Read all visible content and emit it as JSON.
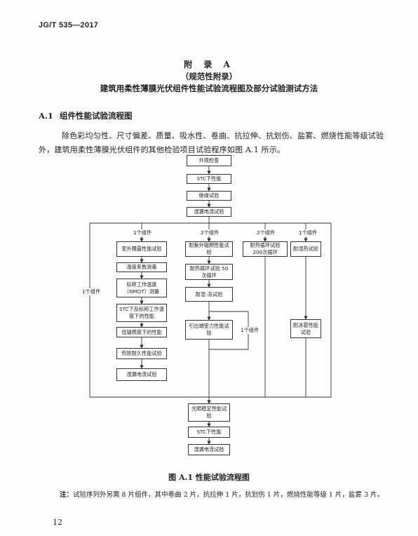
{
  "header": {
    "code": "JG/T 535—2017"
  },
  "appendix": {
    "title": "附 录 A",
    "subtitle": "（规范性附录）",
    "heading": "建筑用柔性薄膜光伏组件性能试验流程图及部分试验测试方法"
  },
  "section": {
    "number": "A.1",
    "title": "组件性能试验流程图"
  },
  "intro": "除色彩均匀性、尺寸偏差、质量、吸水性、卷曲、抗拉伸、抗划伤、盐雾、燃烧性能等级试验外，建筑用柔性薄膜光伏组件的其他检验项目试验程序如图 A.1 所示。",
  "flow": {
    "top": [
      "外观检查",
      "STC下性能",
      "绝缘试验",
      "湿漏电流试验"
    ],
    "branch_labels": {
      "b1": "1个组件",
      "b2": "2个组件",
      "b3": "2个组件",
      "b4": "1个组件",
      "left": "1个组件",
      "mid": "1个组件"
    },
    "col1": [
      "室外曝露性能试验",
      "温度系数测量",
      "标称工作温度（NMOT）测量",
      "STC下及标称工作温度下的性能",
      "低辐照度下的性能",
      "热斑耐久性能试验",
      "湿漏电流试验"
    ],
    "col2": [
      "耐紫外辐照性能试验",
      "耐热循环试验 50次循环",
      "耐湿-冻试验",
      "引出端受力性能试验"
    ],
    "col3": [
      "耐热循环试验 200次循环"
    ],
    "col4": [
      "耐湿热试验",
      "耐冰雹性能试验"
    ],
    "bottom": [
      "光照稳定性能试验",
      "STC下性能",
      "湿漏电流试验"
    ]
  },
  "caption": "图 A.1  性能试验流程图",
  "note": {
    "label": "注：",
    "text": "试验序列外另需 8 片组件，其中卷曲 2 片，抗拉伸 1 片，抗划伤 1 片，燃烧性能等级 1 片，盐雾 3 片。"
  },
  "page_number": "12"
}
